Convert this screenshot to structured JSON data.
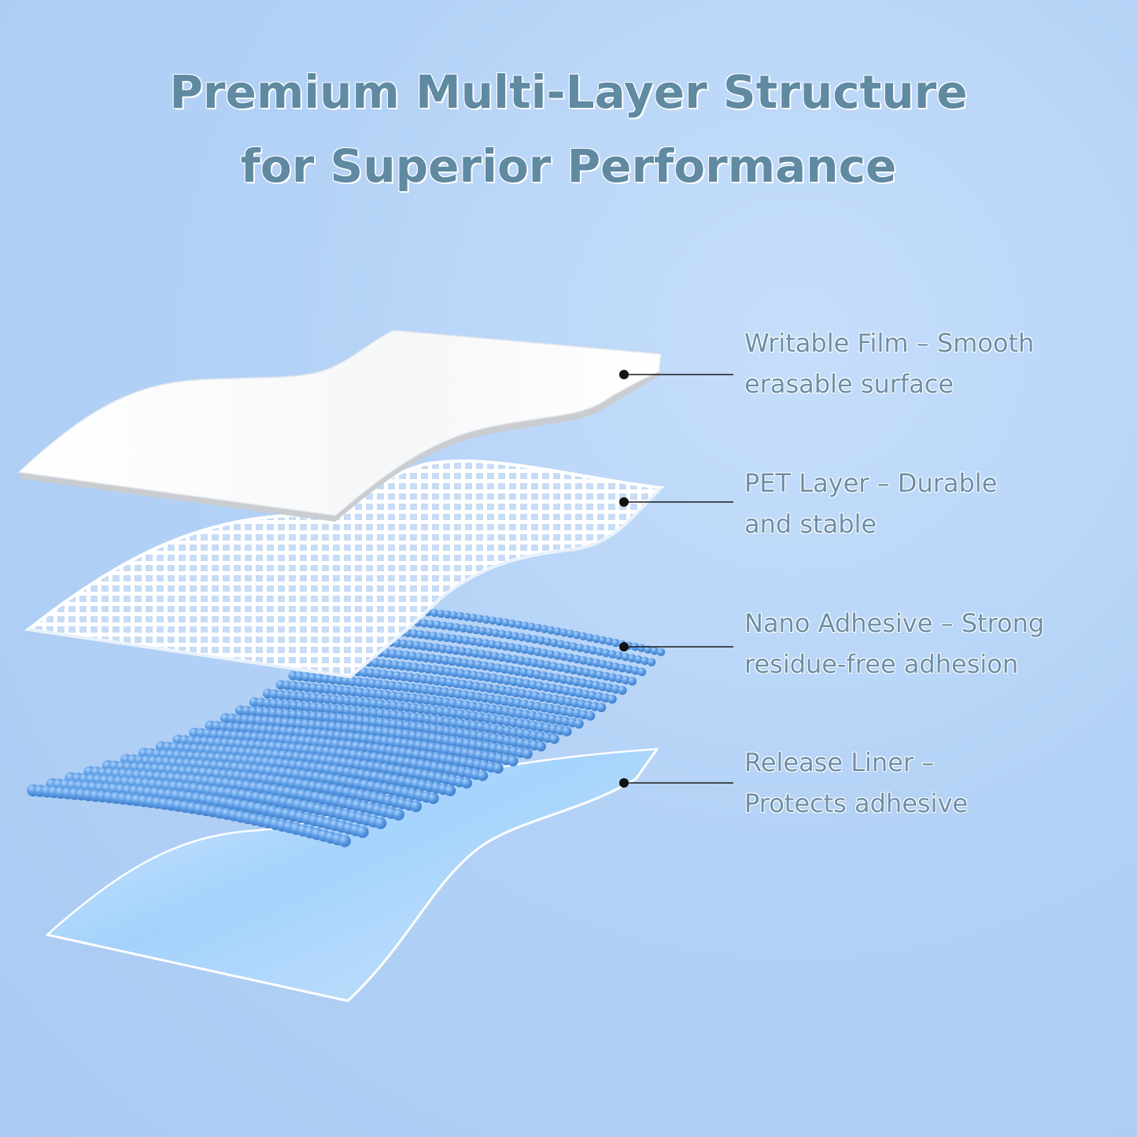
{
  "title": {
    "line1": "Premium Multi-Layer Structure",
    "line2": "for Superior Performance"
  },
  "layers": [
    {
      "name": "Writable Film",
      "line1": "Writable Film  –  Smooth",
      "line2": "erasable surface"
    },
    {
      "name": "PET Layer",
      "line1": "PET Layer  –  Durable",
      "line2": "and stable"
    },
    {
      "name": "Nano Adhesive",
      "line1": "Nano Adhesive  –  Strong",
      "line2": "residue-free adhesion"
    },
    {
      "name": "Release Liner",
      "line1": "Release Liner  –",
      "line2": "Protects adhesive"
    }
  ],
  "colors": {
    "title": "#5f8aa1",
    "label": "#6d8fa4",
    "adhesive": "#5b9be3",
    "film": "#ffffff"
  }
}
